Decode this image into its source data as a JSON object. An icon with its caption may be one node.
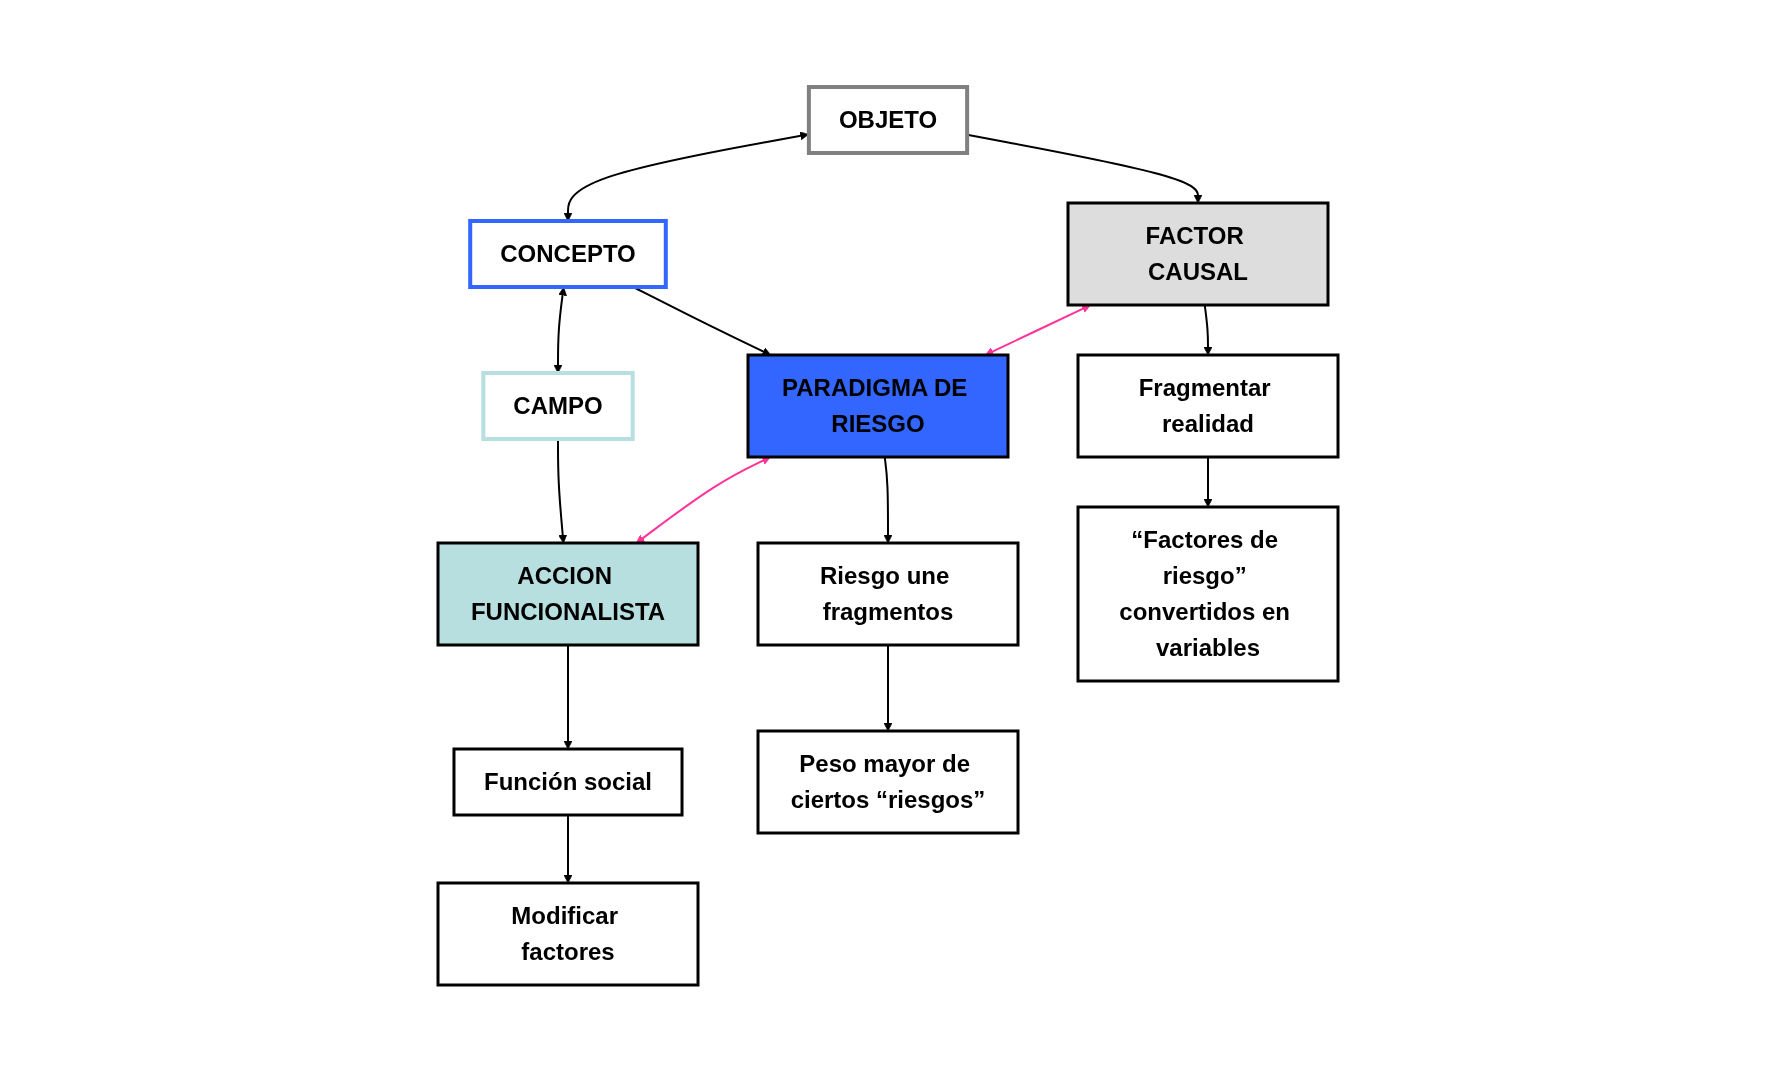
{
  "diagram": {
    "nodes": [
      {
        "text": [
          "OBJETO"
        ]
      },
      {
        "text": [
          "CONCEPTO"
        ]
      },
      {
        "text": [
          "CAMPO"
        ]
      },
      {
        "text": [
          "FACTOR CAUSAL"
        ]
      },
      {
        "text": [
          "PARADIGMA DE RIESGO"
        ]
      },
      {
        "text": [
          "ACCION FUNCIONALISTA"
        ]
      },
      {
        "text": [
          "Fragmentar realidad"
        ]
      },
      {
        "text": [
          "Riesgo une fragmentos"
        ]
      },
      {
        "text": [
          "Función social"
        ]
      },
      {
        "text": [
          "“Factores de riesgo” convertidos en variables"
        ]
      },
      {
        "text": [
          "Peso mayor de ciertos “riesgos”"
        ]
      },
      {
        "text": [
          "Modificar factores"
        ]
      }
    ],
    "edges": [
      {
        "from": 0,
        "to": 1,
        "arrow": "both"
      },
      {
        "from": 1,
        "to": 2,
        "arrow": "both"
      },
      {
        "from": 0,
        "to": 3,
        "arrow": "to"
      },
      {
        "from": 1,
        "to": 4,
        "arrow": "to"
      },
      {
        "from": 2,
        "to": 5,
        "arrow": "to"
      },
      {
        "from": 3,
        "to": 4,
        "arrow": "both",
        "color": "#ff3399"
      },
      {
        "from": 4,
        "to": 5,
        "arrow": "both",
        "color": "#ff3399"
      },
      {
        "from": 3,
        "to": 6,
        "arrow": "to"
      },
      {
        "from": 4,
        "to": 7,
        "arrow": "to"
      },
      {
        "from": 5,
        "to": 8,
        "arrow": "to"
      },
      {
        "from": 6,
        "to": 9,
        "arrow": "to"
      },
      {
        "from": 7,
        "to": 10,
        "arrow": "to"
      },
      {
        "from": 8,
        "to": 11,
        "arrow": "to"
      }
    ]
  }
}
